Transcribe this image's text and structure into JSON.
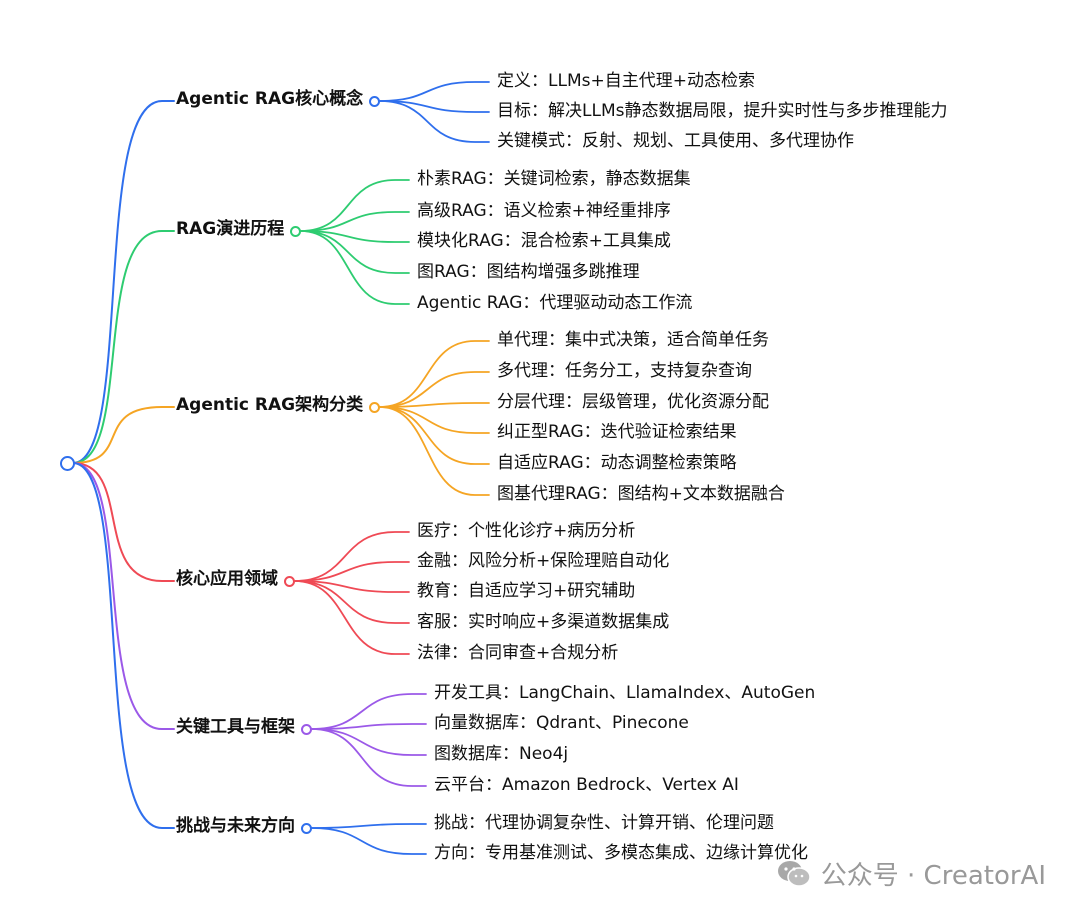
{
  "mindmap": {
    "colors": {
      "blue": "#2f6fed",
      "green": "#2ecc71",
      "orange": "#f5a524",
      "red": "#ef4a55",
      "purple": "#9b59e8"
    },
    "branches": [
      {
        "label": "Agentic RAG核心概念",
        "color": "#2f6fed",
        "children": [
          "定义：LLMs+自主代理+动态检索",
          "目标：解决LLMs静态数据局限，提升实时性与多步推理能力",
          "关键模式：反射、规划、工具使用、多代理协作"
        ]
      },
      {
        "label": "RAG演进历程",
        "color": "#2ecc71",
        "children": [
          "朴素RAG：关键词检索，静态数据集",
          "高级RAG：语义检索+神经重排序",
          "模块化RAG：混合检索+工具集成",
          "图RAG：图结构增强多跳推理",
          "Agentic RAG：代理驱动动态工作流"
        ]
      },
      {
        "label": "Agentic RAG架构分类",
        "color": "#f5a524",
        "children": [
          "单代理：集中式决策，适合简单任务",
          "多代理：任务分工，支持复杂查询",
          "分层代理：层级管理，优化资源分配",
          "纠正型RAG：迭代验证检索结果",
          "自适应RAG：动态调整检索策略",
          "图基代理RAG：图结构+文本数据融合"
        ]
      },
      {
        "label": "核心应用领域",
        "color": "#ef4a55",
        "children": [
          "医疗：个性化诊疗+病历分析",
          "金融：风险分析+保险理赔自动化",
          "教育：自适应学习+研究辅助",
          "客服：实时响应+多渠道数据集成",
          "法律：合同审查+合规分析"
        ]
      },
      {
        "label": "关键工具与框架",
        "color": "#9b59e8",
        "children": [
          "开发工具：LangChain、LlamaIndex、AutoGen",
          "向量数据库：Qdrant、Pinecone",
          "图数据库：Neo4j",
          "云平台：Amazon Bedrock、Vertex AI"
        ]
      },
      {
        "label": "挑战与未来方向",
        "color": "#2f6fed",
        "children": [
          "挑战：代理协调复杂性、计算开销、伦理问题",
          "方向：专用基准测试、多模态集成、边缘计算优化"
        ]
      }
    ]
  },
  "watermark": {
    "text": "公众号 · CreatorAI",
    "icon": "wechat-icon"
  }
}
